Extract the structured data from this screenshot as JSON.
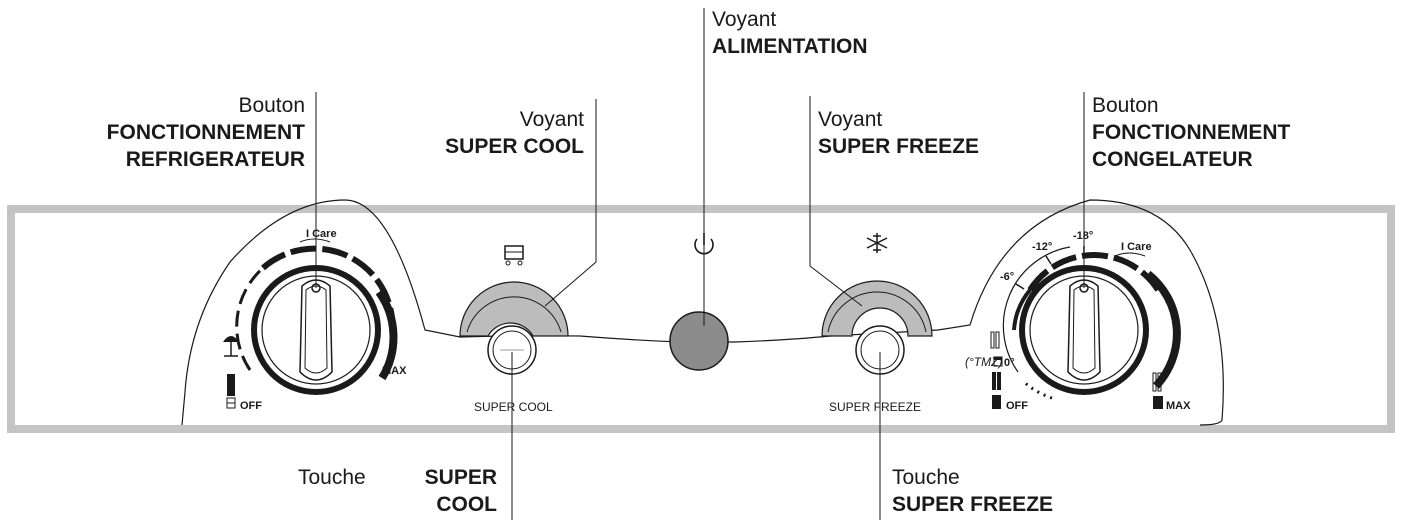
{
  "callouts": {
    "fridge_button": {
      "line1": "Bouton",
      "line2": "FONCTIONNEMENT",
      "line3": "REFRIGERATEUR"
    },
    "super_cool_light": {
      "line1": "Voyant",
      "line2": "SUPER COOL"
    },
    "power_light": {
      "line1": "Voyant",
      "line2": "ALIMENTATION"
    },
    "super_freeze_light": {
      "line1": "Voyant",
      "line2": "SUPER FREEZE"
    },
    "freezer_button": {
      "line1": "Bouton",
      "line2": "FONCTIONNEMENT",
      "line3": "CONGELATEUR"
    },
    "super_cool_key": {
      "line1": "Touche",
      "line2": "SUPER",
      "line3": "COOL"
    },
    "super_freeze_key": {
      "line1": "Touche",
      "line2": "SUPER FREEZE"
    }
  },
  "panel": {
    "fridge_dial": {
      "care": "I Care",
      "off": "OFF",
      "max": "MAX"
    },
    "super_cool_label": "SUPER COOL",
    "super_freeze_label": "SUPER FREEZE",
    "freezer_dial": {
      "care": "I Care",
      "ticks": [
        "-18°",
        "-12°",
        "-6°",
        "0°"
      ],
      "tmz": "(°TMZ)",
      "off": "OFF",
      "max": "MAX"
    }
  },
  "colors": {
    "frame": "#c4c4c4",
    "indicator": "#bcbcbc",
    "power_light": "#8c8c8c",
    "ink": "#1a1a1a"
  }
}
